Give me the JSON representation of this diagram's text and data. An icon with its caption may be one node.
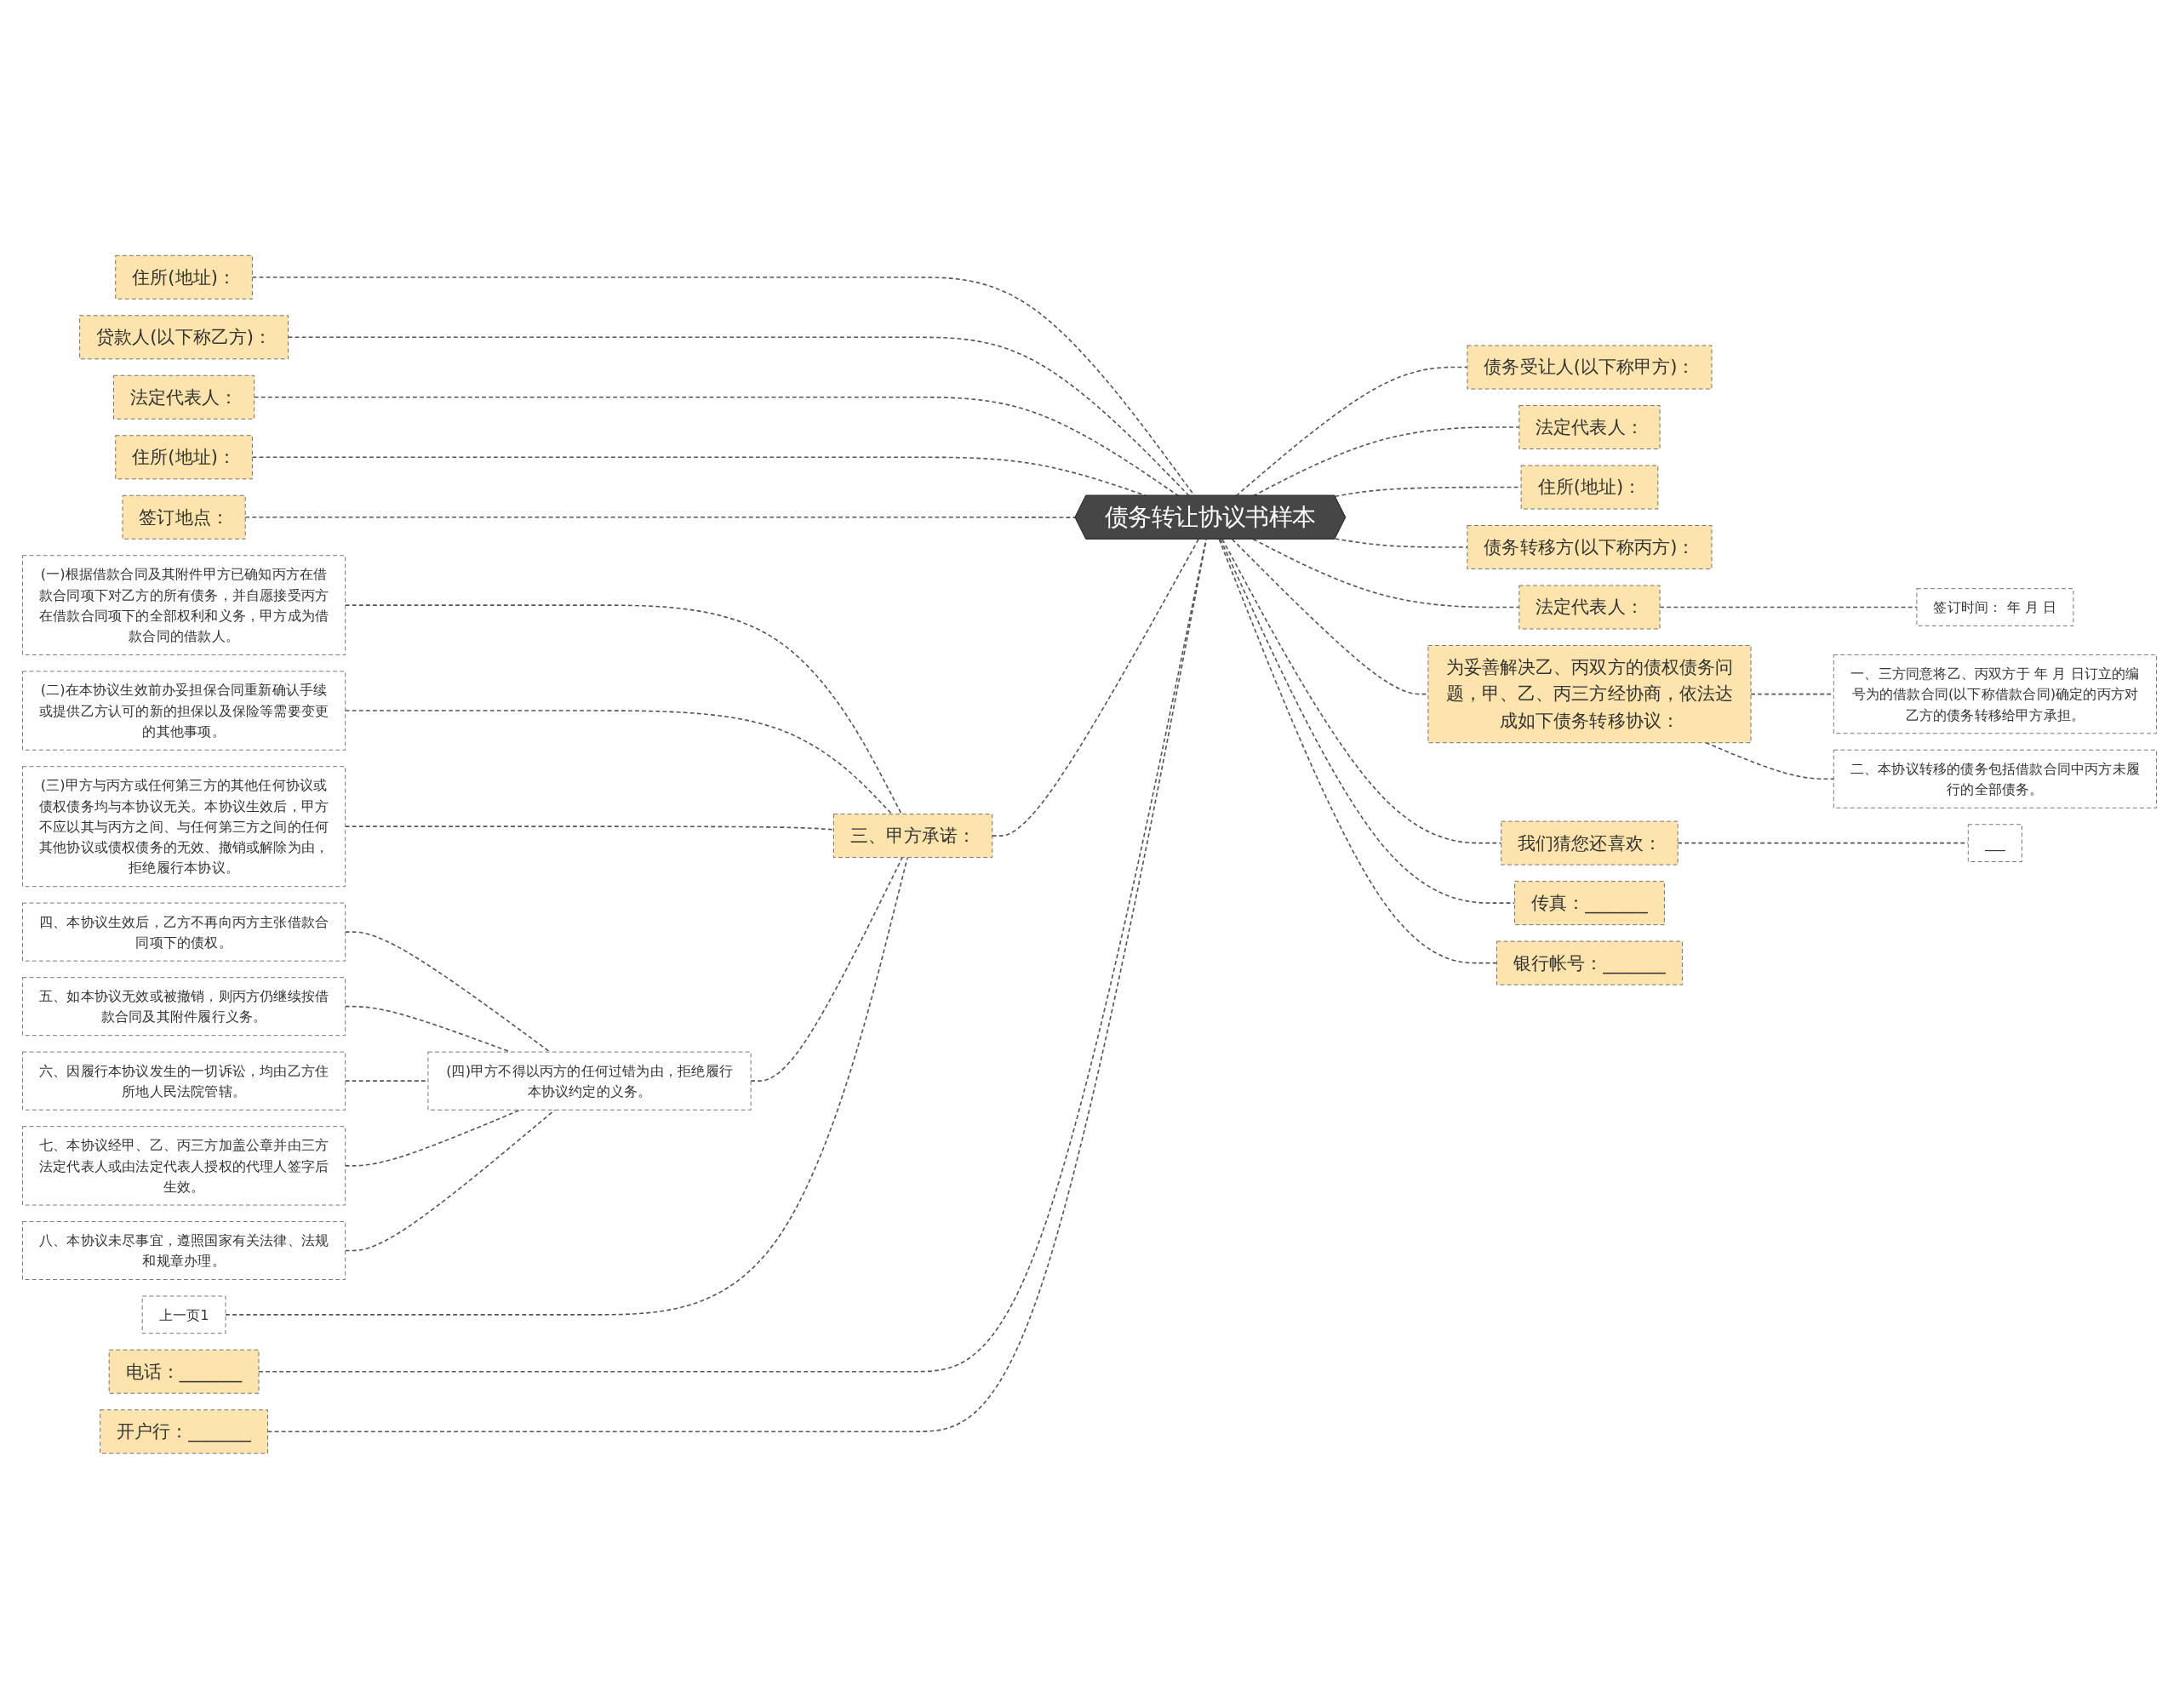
{
  "diagram": {
    "nodes": [
      {
        "text": [
          "债务转让协议书样本"
        ]
      },
      {
        "text": [
          "住所(地址)："
        ]
      },
      {
        "text": [
          "贷款人(以下称乙方)："
        ]
      },
      {
        "text": [
          "法定代表人："
        ]
      },
      {
        "text": [
          "住所(地址)："
        ]
      },
      {
        "text": [
          "签订地点："
        ]
      },
      {
        "text": [
          "三、甲方承诺："
        ]
      },
      {
        "text": [
          "(一)根据借款合同及其附件甲方已确知丙方在借款合同项下对乙方的所有债务，并自愿接受丙方在借款合同项下的全部权利和义务，甲方成为借款合同的借款人。"
        ]
      },
      {
        "text": [
          "(二)在本协议生效前办妥担保合同重新确认手续或提供乙方认可的新的担保以及保险等需要变更的其他事项。"
        ]
      },
      {
        "text": [
          "(三)甲方与丙方或任何第三方的其他任何协议或债权债务均与本协议无关。本协议生效后，甲方不应以其与丙方之间、与任何第三方之间的任何其他协议或债权债务的无效、撤销或解除为由，拒绝履行本协议。"
        ]
      },
      {
        "text": [
          "(四)甲方不得以丙方的任何过错为由，拒绝履行本协议约定的义务。"
        ]
      },
      {
        "text": [
          "四、本协议生效后，乙方不再向丙方主张借款合同项下的债权。"
        ]
      },
      {
        "text": [
          "五、如本协议无效或被撤销，则丙方仍继续按借款合同及其附件履行义务。"
        ]
      },
      {
        "text": [
          "六、因履行本协议发生的一切诉讼，均由乙方住所地人民法院管辖。"
        ]
      },
      {
        "text": [
          "七、本协议经甲、乙、丙三方加盖公章并由三方法定代表人或由法定代表人授权的代理人签字后生效。"
        ]
      },
      {
        "text": [
          "八、本协议未尽事宜，遵照国家有关法律、法规和规章办理。"
        ]
      },
      {
        "text": [
          "上一页1"
        ]
      },
      {
        "text": [
          "电话：_______"
        ]
      },
      {
        "text": [
          "开户行：_______"
        ]
      },
      {
        "text": [
          "债务受让人(以下称甲方)："
        ]
      },
      {
        "text": [
          "法定代表人："
        ]
      },
      {
        "text": [
          "住所(地址)："
        ]
      },
      {
        "text": [
          "债务转移方(以下称丙方)："
        ]
      },
      {
        "text": [
          "法定代表人："
        ]
      },
      {
        "text": [
          "签订时间： 年 月 日"
        ]
      },
      {
        "text": [
          "为妥善解决乙、丙双方的债权债务问题，甲、乙、丙三方经协商，依法达成如下债务转移协议："
        ]
      },
      {
        "text": [
          "一、三方同意将乙、丙双方于 年 月 日订立的编号为的借款合同(以下称借款合同)确定的丙方对乙方的债务转移给甲方承担。"
        ]
      },
      {
        "text": [
          "二、本协议转移的债务包括借款合同中丙方未履行的全部债务。"
        ]
      },
      {
        "text": [
          "我们猜您还喜欢："
        ]
      },
      {
        "text": [
          "___"
        ]
      },
      {
        "text": [
          "传真：_______"
        ]
      },
      {
        "text": [
          "银行帐号：_______"
        ]
      }
    ],
    "edges": [
      {
        "from": 0,
        "to": 1,
        "arrow": "none",
        "style": "dashed"
      },
      {
        "from": 0,
        "to": 2,
        "arrow": "none",
        "style": "dashed"
      },
      {
        "from": 0,
        "to": 3,
        "arrow": "none",
        "style": "dashed"
      },
      {
        "from": 0,
        "to": 4,
        "arrow": "none",
        "style": "dashed"
      },
      {
        "from": 0,
        "to": 5,
        "arrow": "none",
        "style": "dashed"
      },
      {
        "from": 0,
        "to": 6,
        "arrow": "none",
        "style": "dashed"
      },
      {
        "from": 6,
        "to": 7,
        "arrow": "none",
        "style": "dashed"
      },
      {
        "from": 6,
        "to": 8,
        "arrow": "none",
        "style": "dashed"
      },
      {
        "from": 6,
        "to": 9,
        "arrow": "none",
        "style": "dashed"
      },
      {
        "from": 6,
        "to": 10,
        "arrow": "none",
        "style": "dashed"
      },
      {
        "from": 10,
        "to": 11,
        "arrow": "none",
        "style": "dashed"
      },
      {
        "from": 10,
        "to": 12,
        "arrow": "none",
        "style": "dashed"
      },
      {
        "from": 10,
        "to": 13,
        "arrow": "none",
        "style": "dashed"
      },
      {
        "from": 10,
        "to": 14,
        "arrow": "none",
        "style": "dashed"
      },
      {
        "from": 10,
        "to": 15,
        "arrow": "none",
        "style": "dashed"
      },
      {
        "from": 6,
        "to": 16,
        "arrow": "none",
        "style": "dashed"
      },
      {
        "from": 0,
        "to": 17,
        "arrow": "none",
        "style": "dashed"
      },
      {
        "from": 0,
        "to": 18,
        "arrow": "none",
        "style": "dashed"
      },
      {
        "from": 0,
        "to": 19,
        "arrow": "none",
        "style": "dashed"
      },
      {
        "from": 0,
        "to": 20,
        "arrow": "none",
        "style": "dashed"
      },
      {
        "from": 0,
        "to": 21,
        "arrow": "none",
        "style": "dashed"
      },
      {
        "from": 0,
        "to": 22,
        "arrow": "none",
        "style": "dashed"
      },
      {
        "from": 0,
        "to": 23,
        "arrow": "none",
        "style": "dashed"
      },
      {
        "from": 23,
        "to": 24,
        "arrow": "none",
        "style": "dashed"
      },
      {
        "from": 0,
        "to": 25,
        "arrow": "none",
        "style": "dashed"
      },
      {
        "from": 25,
        "to": 26,
        "arrow": "none",
        "style": "dashed"
      },
      {
        "from": 25,
        "to": 27,
        "arrow": "none",
        "style": "dashed"
      },
      {
        "from": 0,
        "to": 28,
        "arrow": "none",
        "style": "dashed"
      },
      {
        "from": 28,
        "to": 29,
        "arrow": "none",
        "style": "dashed"
      },
      {
        "from": 0,
        "to": 30,
        "arrow": "none",
        "style": "dashed"
      },
      {
        "from": 0,
        "to": 31,
        "arrow": "none",
        "style": "dashed"
      }
    ]
  }
}
